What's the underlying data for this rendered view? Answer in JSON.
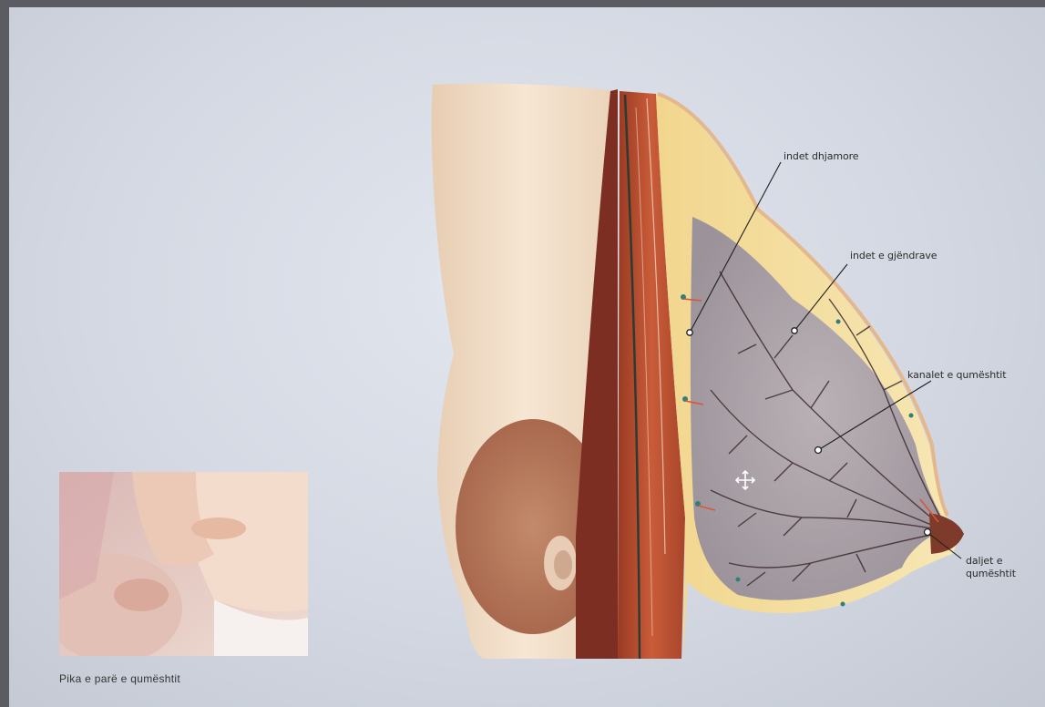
{
  "caption": "Pika e parë e qumështit",
  "labels": {
    "fatty_tissue": "indet dhjamore",
    "gland_tissue": "indet e gjëndrave",
    "milk_ducts": "kanalet e qumështit",
    "milk_outlet_line1": "daljet e",
    "milk_outlet_line2": "qumështit"
  },
  "icons": [
    "move-cursor-icon"
  ]
}
